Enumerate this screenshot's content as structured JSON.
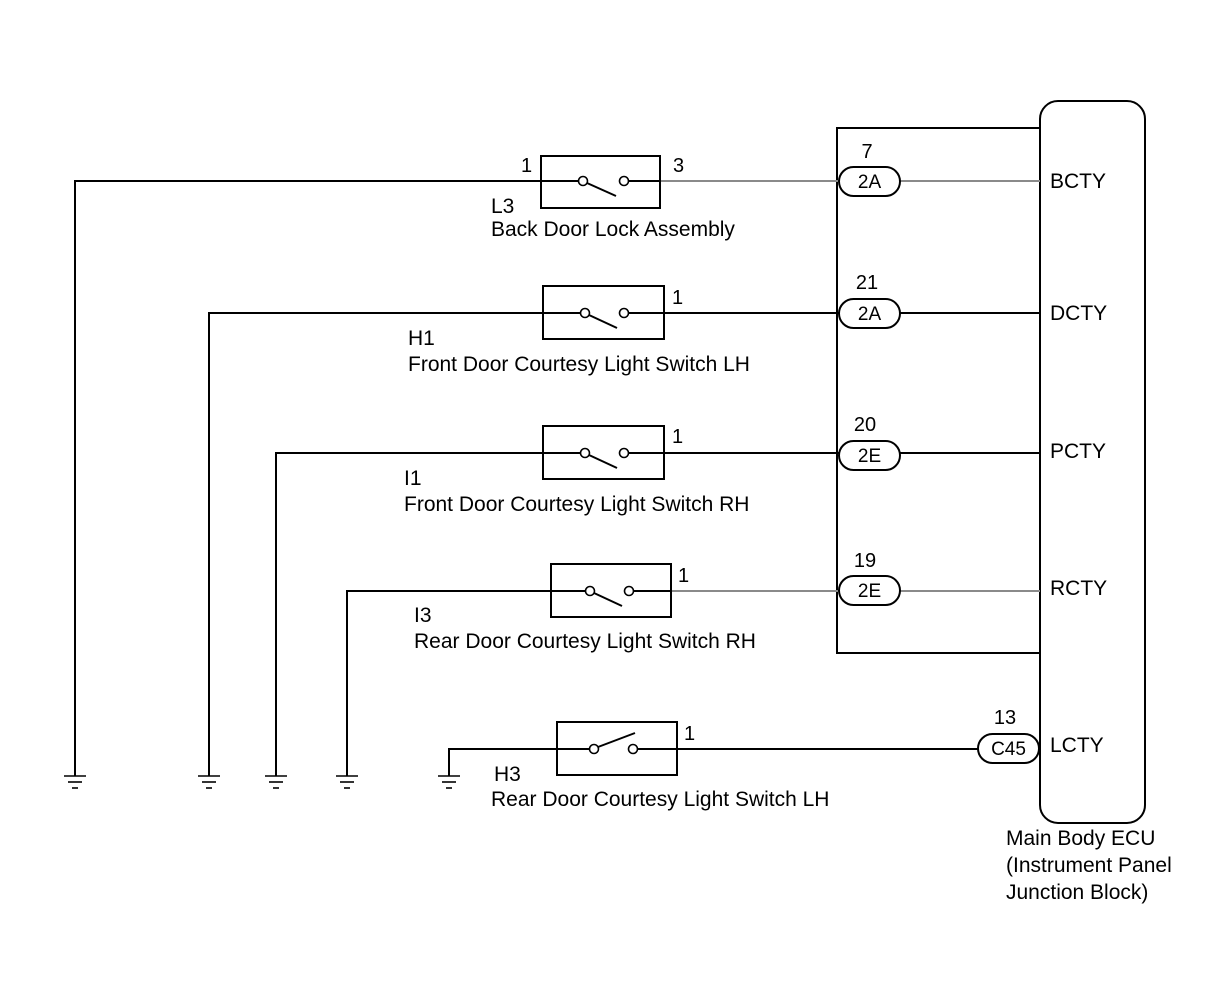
{
  "components": {
    "L3": {
      "ref": "L3",
      "name": "Back Door Lock Assembly",
      "pin_left": "1",
      "pin_right": "3"
    },
    "H1": {
      "ref": "H1",
      "name": "Front Door Courtesy Light Switch LH",
      "pin": "1"
    },
    "I1": {
      "ref": "I1",
      "name": "Front Door Courtesy Light Switch RH",
      "pin": "1"
    },
    "I3": {
      "ref": "I3",
      "name": "Rear Door Courtesy Light Switch RH",
      "pin": "1"
    },
    "H3": {
      "ref": "H3",
      "name": "Rear Door Courtesy Light Switch LH",
      "pin": "1"
    }
  },
  "connectors": [
    {
      "pin": "7",
      "label": "2A"
    },
    {
      "pin": "21",
      "label": "2A"
    },
    {
      "pin": "20",
      "label": "2E"
    },
    {
      "pin": "19",
      "label": "2E"
    },
    {
      "pin": "13",
      "label": "C45"
    }
  ],
  "ecu": {
    "signals": [
      "BCTY",
      "DCTY",
      "PCTY",
      "RCTY",
      "LCTY"
    ],
    "name_line1": "Main Body ECU",
    "name_line2": "(Instrument Panel",
    "name_line3": "Junction Block)"
  }
}
